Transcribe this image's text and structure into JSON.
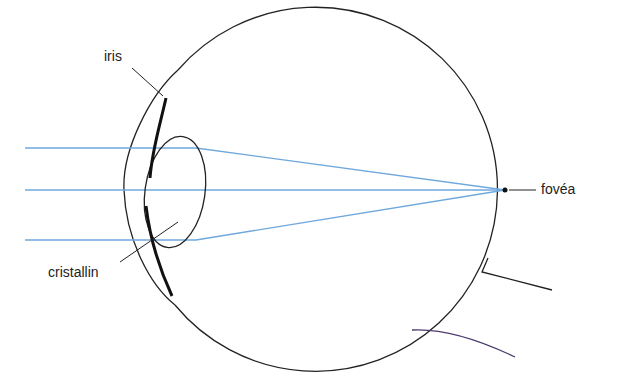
{
  "diagram": {
    "labels": [
      "iris",
      "cristallin",
      "fovéa"
    ]
  }
}
